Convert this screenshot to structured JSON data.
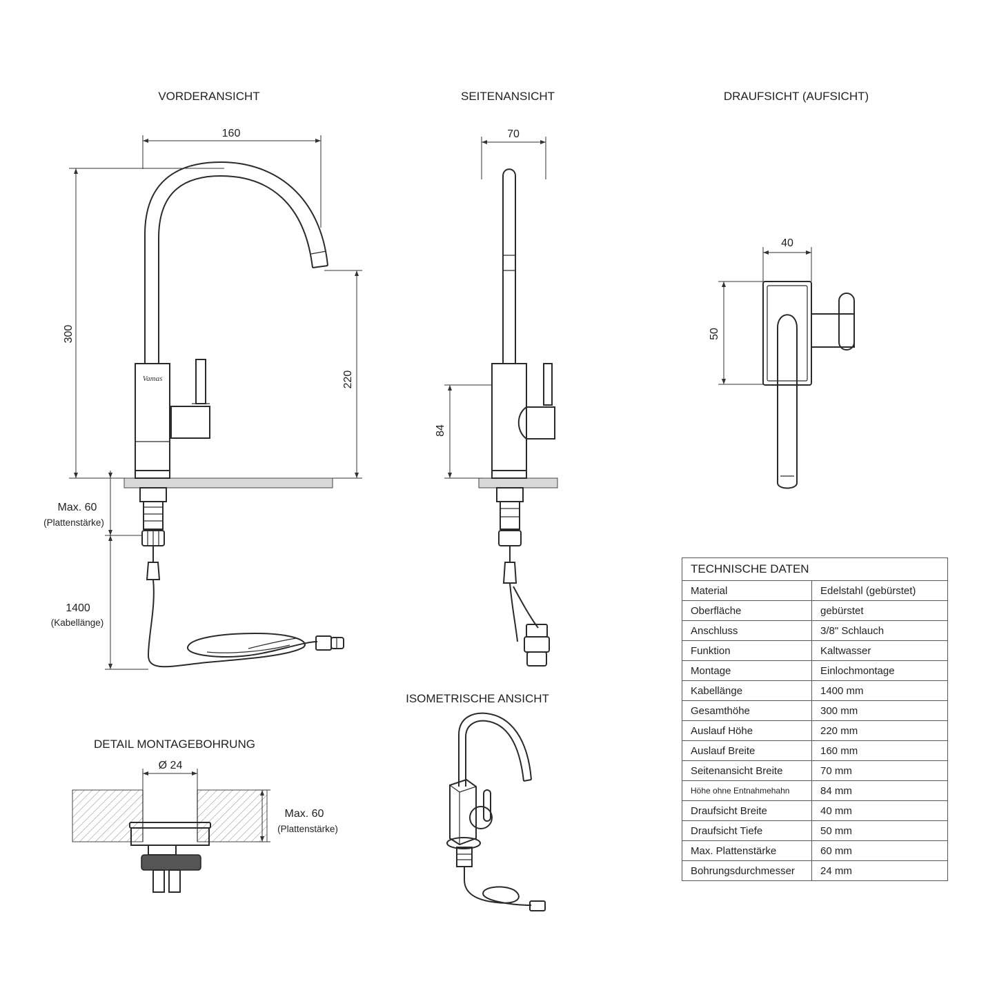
{
  "views": {
    "front": "VORDERANSICHT",
    "side": "SEITENANSICHT",
    "top": "DRAUFSICHT (AUFSICHT)",
    "iso": "ISOMETRISCHE ANSICHT",
    "detail": "DETAIL MONTAGEBOHRUNG"
  },
  "logo": "Vamas",
  "dimensions": {
    "front_width": "160",
    "front_height": "300",
    "spout_height": "220",
    "side_width": "70",
    "side_height": "84",
    "top_width": "40",
    "top_depth": "50",
    "plate_max": "Max. 60",
    "plate_label": "(Plattenstärke)",
    "cable": "1400",
    "cable_label": "(Kabellänge)",
    "bore": "Ø 24"
  },
  "table": {
    "title": "TECHNISCHE DATEN",
    "rows": [
      {
        "key": "Material",
        "value": "Edelstahl (gebürstet)"
      },
      {
        "key": "Oberfläche",
        "value": "gebürstet"
      },
      {
        "key": "Anschluss",
        "value": "3/8\" Schlauch"
      },
      {
        "key": "Funktion",
        "value": "Kaltwasser"
      },
      {
        "key": "Montage",
        "value": "Einlochmontage"
      },
      {
        "key": "Kabellänge",
        "value": "1400 mm"
      },
      {
        "key": "Gesamthöhe",
        "value": "300 mm"
      },
      {
        "key": "Auslauf Höhe",
        "value": "220 mm"
      },
      {
        "key": "Auslauf Breite",
        "value": "160 mm"
      },
      {
        "key": "Seitenansicht Breite",
        "value": "70 mm"
      },
      {
        "key": "Höhe ohne Entnahmehahn",
        "value": "84 mm"
      },
      {
        "key": "Draufsicht Breite",
        "value": "40 mm"
      },
      {
        "key": "Draufsicht Tiefe",
        "value": "50 mm"
      },
      {
        "key": "Max. Plattenstärke",
        "value": "60 mm"
      },
      {
        "key": "Bohrungsdurchmesser",
        "value": "24 mm"
      }
    ]
  }
}
